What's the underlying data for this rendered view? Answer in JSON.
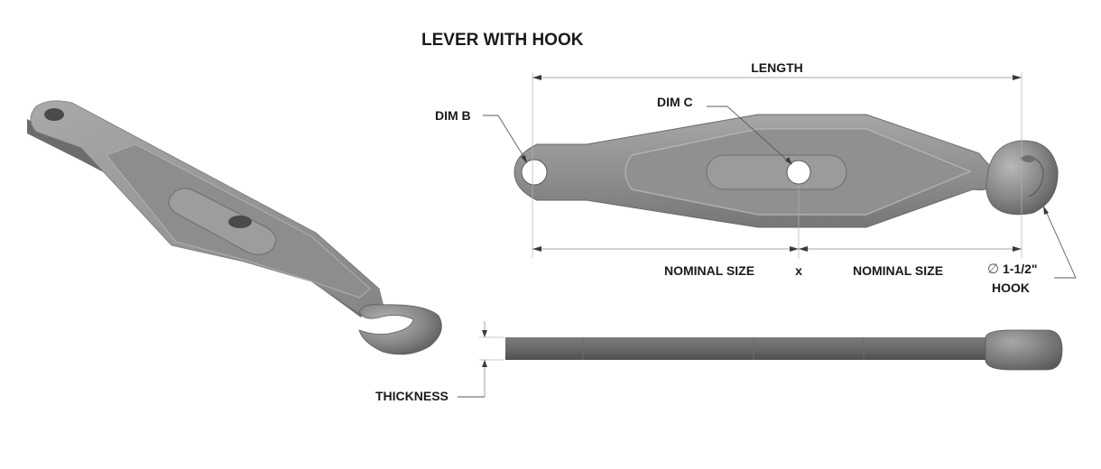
{
  "title": "LEVER WITH HOOK",
  "labels": {
    "length": "LENGTH",
    "dim_b": "DIM B",
    "dim_c": "DIM C",
    "nominal_size_left": "NOMINAL SIZE",
    "times": "x",
    "nominal_size_right": "NOMINAL SIZE",
    "diameter_symbol": "∅",
    "hook_diameter": "1-1/2\"",
    "hook": "HOOK",
    "thickness": "THICKNESS"
  },
  "colors": {
    "part_base": "#8c8c8c",
    "part_light": "#b3b3b3",
    "part_dark": "#5e5e5e",
    "dimension_line": "#8a8a8a",
    "text": "#1a1a1a"
  }
}
